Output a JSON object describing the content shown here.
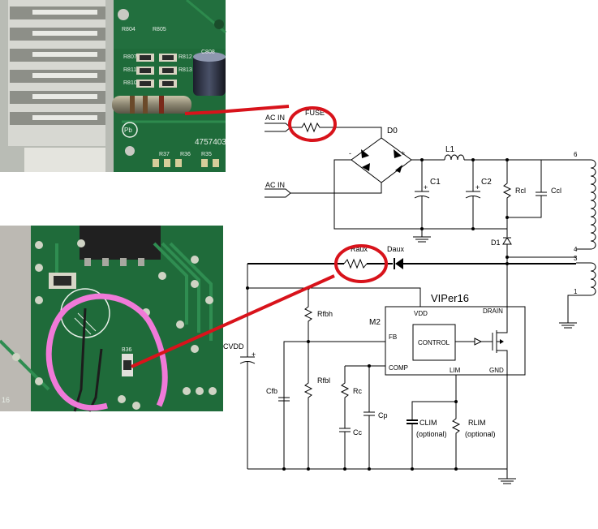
{
  "photo_top": {
    "silk_labels": [
      "R804",
      "R805",
      "R807",
      "R811",
      "R812",
      "R813",
      "R810",
      "C808",
      "4757403",
      "R37",
      "R36",
      "R35"
    ]
  },
  "photo_bottom": {
    "silk_labels": [
      "B36",
      "16"
    ]
  },
  "schematic": {
    "inputs": {
      "ac_in_1": "AC IN",
      "ac_in_2": "AC IN"
    },
    "fuse": "FUSE",
    "bridge": {
      "name": "D0",
      "plus": "+",
      "minus": "-"
    },
    "inductor": "L1",
    "caps": {
      "c1": "C1",
      "c2": "C2",
      "plus": "+"
    },
    "clamp": {
      "rcl": "Rcl",
      "ccl": "Ccl",
      "d1": "D1"
    },
    "transformer_pins": {
      "p6": "6",
      "p4": "4",
      "p3": "3",
      "p1": "1"
    },
    "aux": {
      "raux": "Raux",
      "daux": "Daux"
    },
    "ic": {
      "name": "VIPer16",
      "ref": "M2",
      "vdd": "VDD",
      "drain": "DRAIN",
      "fb": "FB",
      "control": "CONTROL",
      "comp": "COMP",
      "lim": "LIM",
      "gnd": "GND"
    },
    "cvdd": "CVDD",
    "rfbh": "Rfbh",
    "rfbl": "Rfbl",
    "cfb": "Cfb",
    "rc": "Rc",
    "cc": "Cc",
    "cp": "Cp",
    "clim": "CLIM",
    "clim_opt": "(optional)",
    "rlim": "RLIM",
    "rlim_opt": "(optional)"
  },
  "colors": {
    "annotation_red": "#d8131b",
    "highlight_pink": "#f07ad8",
    "pcb_green": "#1f6b3a",
    "pcb_green_dark": "#164f2a"
  }
}
